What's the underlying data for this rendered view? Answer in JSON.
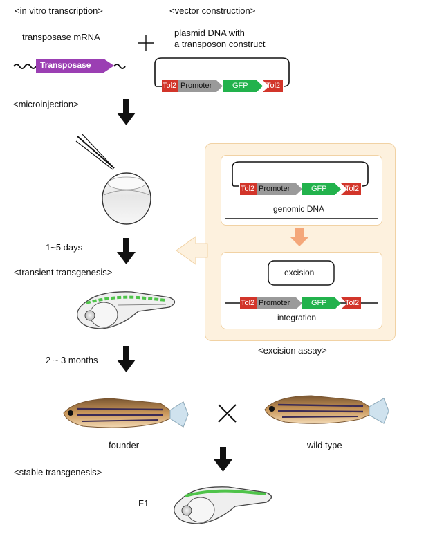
{
  "steps": {
    "in_vitro": "<in vitro transcription>",
    "vector": "<vector construction>",
    "microinjection": "<microinjection>",
    "transient": "<transient transgenesis>",
    "stable": "<stable transgenesis>",
    "excision_assay": "<excision assay>"
  },
  "labels": {
    "mrna": "transposase mRNA",
    "plasmid_line1": "plasmid DNA with",
    "plasmid_line2": "a transposon construct",
    "transposase": "Transposase",
    "days": "1~5 days",
    "months": "2 ~ 3 months",
    "founder": "founder",
    "wild_type": "wild type",
    "f1": "F1",
    "genomic_dna": "genomic DNA",
    "excision": "excision",
    "integration": "integration"
  },
  "construct": {
    "tol2": "Tol2",
    "promoter": "Promoter",
    "gfp": "GFP"
  },
  "colors": {
    "tol2": "#d2352a",
    "promoter": "#9a9a9a",
    "gfp": "#22b24c",
    "transposase": "#9b3fb3",
    "panel_bg": "#fdf1de",
    "panel_arrow": "#f4a77a"
  }
}
